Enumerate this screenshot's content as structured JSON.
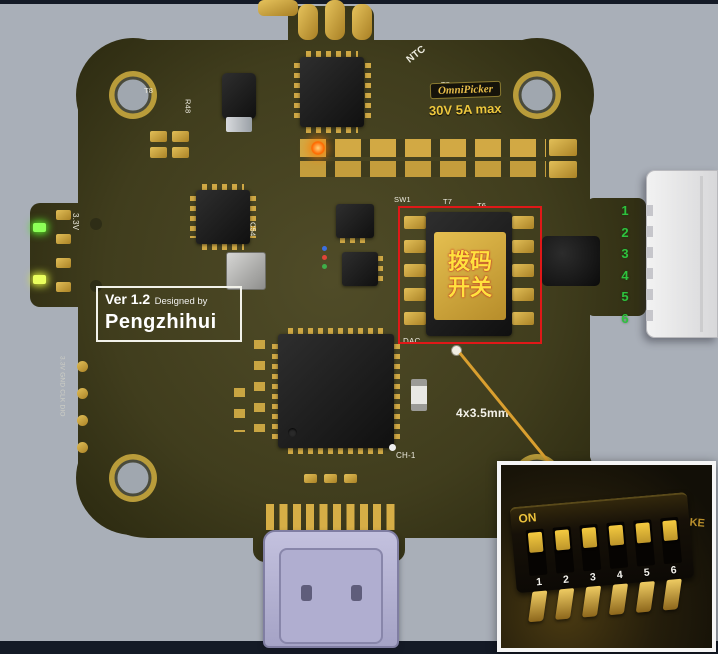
{
  "board": {
    "version_box": {
      "version": "Ver 1.2",
      "designed_by": "Designed by",
      "author": "Pengzhihui"
    },
    "rating_badge": {
      "brand": "OmniPicker",
      "rating": "30V 5A max"
    },
    "dip_switch_label": {
      "line1": "拨码",
      "line2": "开关"
    },
    "silkscreen": {
      "t8": "T8",
      "r48": "R48",
      "c54": "C54",
      "sw1": "SW1",
      "t7": "T7",
      "t6": "T6",
      "t5": "T5",
      "ntc": "NTC",
      "dac": "DAC",
      "ch1": "CH-1",
      "v33": "3.3V",
      "swd_pads": "3.3V GND CLK DIO"
    },
    "connector_pins": [
      "1",
      "2",
      "3",
      "4",
      "5",
      "6"
    ]
  },
  "annotations": {
    "size_note": "4x3.5mm"
  },
  "inset": {
    "on_label": "ON",
    "brand_mark": "KE",
    "pin_numbers": [
      "1",
      "2",
      "3",
      "4",
      "5",
      "6"
    ]
  },
  "colors": {
    "pcb_olive": "#413e1e",
    "pad_gold": "#c9a542",
    "annotation_red": "#e01818",
    "callout_yellow": "#d99f2f",
    "pin_number_green": "#2ec23e",
    "dip_label_yellow": "#ffe23e",
    "background_gray": "#a9afb8"
  }
}
